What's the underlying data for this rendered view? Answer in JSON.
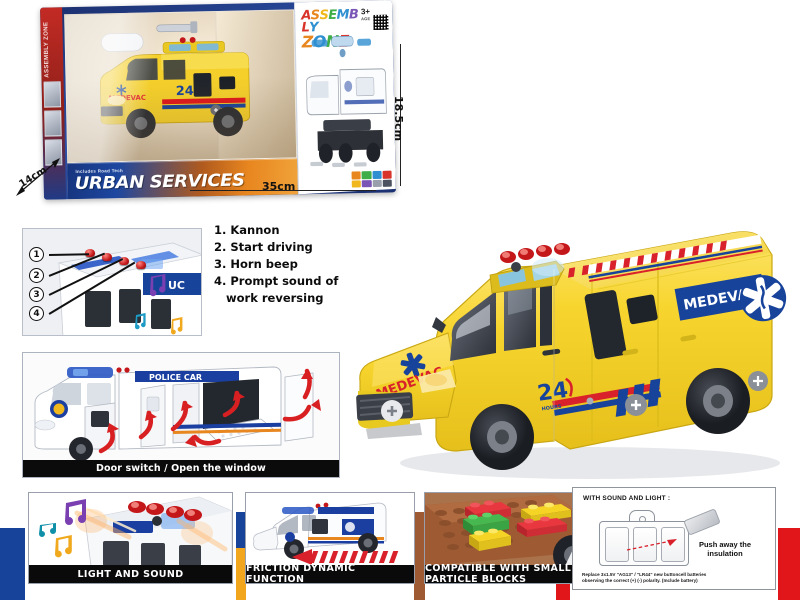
{
  "package": {
    "brand_kicker": "Includes Road Tech",
    "main_title": "URBAN SERVICES",
    "side_logo_line1": "ASSEMBLY",
    "side_logo_line2": "ZONE",
    "age_badge": "3+",
    "age_badge_sub": "AGE",
    "spine_text": "ASSEMBLY ZONE",
    "dimensions": {
      "width": "35cm",
      "height": "18.5cm",
      "depth": "14cm"
    }
  },
  "features": {
    "items": [
      "1. Kannon",
      "2. Start driving",
      "3. Horn beep",
      "4. Prompt sound of",
      "work reversing"
    ],
    "callout_numbers": [
      "1",
      "2",
      "3",
      "4"
    ]
  },
  "door_panel": {
    "caption": "Door switch / Open the window",
    "vehicle_decal": "POLICE CAR"
  },
  "hero": {
    "side_decal": "MEDEVAC",
    "hood_decal": "MEDEVAC",
    "badge_number": "24",
    "badge_sub": "HOURS"
  },
  "bottom_cards": [
    {
      "id": "light-sound",
      "label": "LIGHT AND SOUND"
    },
    {
      "id": "friction",
      "label": "FRICTION DYNAMIC FUNCTION"
    },
    {
      "id": "blocks",
      "label": "COMPATIBLE WITH SMALL PARTICLE BLOCKS"
    }
  ],
  "battery": {
    "title": "WITH SOUND AND LIGHT :",
    "push_label_line1": "Push away the",
    "push_label_line2": "insulation",
    "fine_print_line1": "Replace 3x1.5V \"AG13\" / \"LR44\" new buttoncell batteries",
    "fine_print_line2": "observing the correct (+) (-) polarity. (Include battery)"
  },
  "colors": {
    "ambulance_yellow": "#f5d02b",
    "decal_blue": "#18439b",
    "decal_red": "#e0161b",
    "package_blue": "#1d47a0",
    "package_orange": "#e8861f",
    "label_black": "#0a0a0a",
    "block_green": "#3fae49",
    "block_yellow": "#f3d11a",
    "block_red": "#d8212a",
    "brown_platform": "#9d5a33",
    "accent_orange": "#f2a61e"
  }
}
